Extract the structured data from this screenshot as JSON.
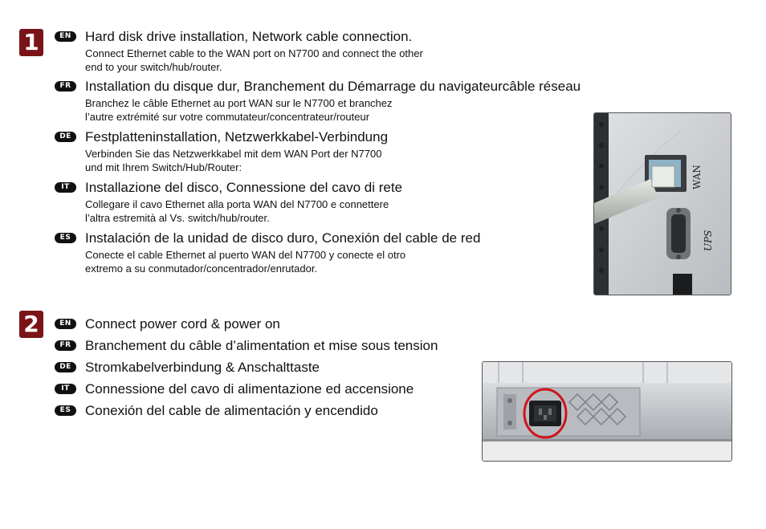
{
  "steps": [
    {
      "number": "1",
      "entries": [
        {
          "lang": "EN",
          "heading": "Hard disk drive installation, Network cable connection.",
          "lines": [
            "Connect Ethernet cable to the WAN port on N7700 and connect the other",
            "end to your switch/hub/router."
          ]
        },
        {
          "lang": "FR",
          "heading": "Installation du disque dur, Branchement du  Démarrage du navigateurcâble réseau",
          "lines": [
            "Branchez le câble Ethernet au port WAN sur le N7700 et branchez",
            "l’autre extrémité sur votre commutateur/concentrateur/routeur"
          ]
        },
        {
          "lang": "DE",
          "heading": "Festplatteninstallation, Netzwerkkabel-Verbindung",
          "lines": [
            "Verbinden Sie das Netzwerkkabel mit dem WAN Port der N7700",
            "und mit Ihrem Switch/Hub/Router:"
          ]
        },
        {
          "lang": "IT",
          "heading": "Installazione del disco, Connessione del cavo di rete",
          "lines": [
            "Collegare il cavo Ethernet alla porta WAN del N7700 e connettere",
            "l’altra estremità al Vs. switch/hub/router."
          ]
        },
        {
          "lang": "ES",
          "heading": "Instalación de la unidad de disco duro, Conexión del cable de red",
          "lines": [
            "Conecte el cable Ethernet al puerto WAN del N7700 y conecte el otro",
            "extremo a su conmutador/concentrador/enrutador."
          ]
        }
      ],
      "photo_labels": {
        "wan": "WAN",
        "ups": "UPS"
      }
    },
    {
      "number": "2",
      "entries": [
        {
          "lang": "EN",
          "heading": "Connect power cord & power on"
        },
        {
          "lang": "FR",
          "heading": "Branchement du câble d’alimentation et mise sous tension"
        },
        {
          "lang": "DE",
          "heading": "Stromkabelverbindung & Anschalttaste"
        },
        {
          "lang": "IT",
          "heading": "Connessione del cavo di alimentazione ed accensione"
        },
        {
          "lang": "ES",
          "heading": "Conexión del cable de alimentación y encendido"
        }
      ]
    }
  ],
  "colors": {
    "step_badge": "#7a1418",
    "lang_badge": "#111111",
    "highlight_circle": "#d0141c"
  }
}
